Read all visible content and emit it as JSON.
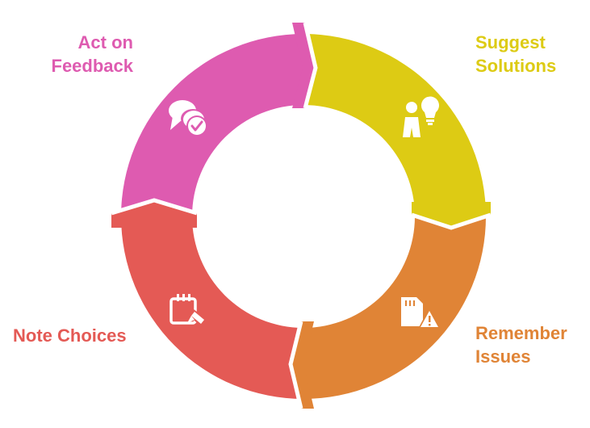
{
  "colors": {
    "pink": "#DE5BB0",
    "yellow": "#DDCB14",
    "orange": "#E08436",
    "red": "#E45A55",
    "white": "#FFFFFF"
  },
  "steps": [
    {
      "id": "act",
      "lines": [
        "Act on",
        "Feedback"
      ],
      "color": "#DE5BB0",
      "icon": "chat-bubbles-check-icon"
    },
    {
      "id": "suggest",
      "lines": [
        "Suggest",
        "Solutions"
      ],
      "color": "#DDCB14",
      "icon": "person-lightbulb-icon"
    },
    {
      "id": "remember",
      "lines": [
        "Remember",
        "Issues"
      ],
      "color": "#E08436",
      "icon": "memory-card-warning-icon"
    },
    {
      "id": "note",
      "lines": [
        "Note Choices"
      ],
      "color": "#E45A55",
      "icon": "notepad-pencil-icon"
    }
  ]
}
